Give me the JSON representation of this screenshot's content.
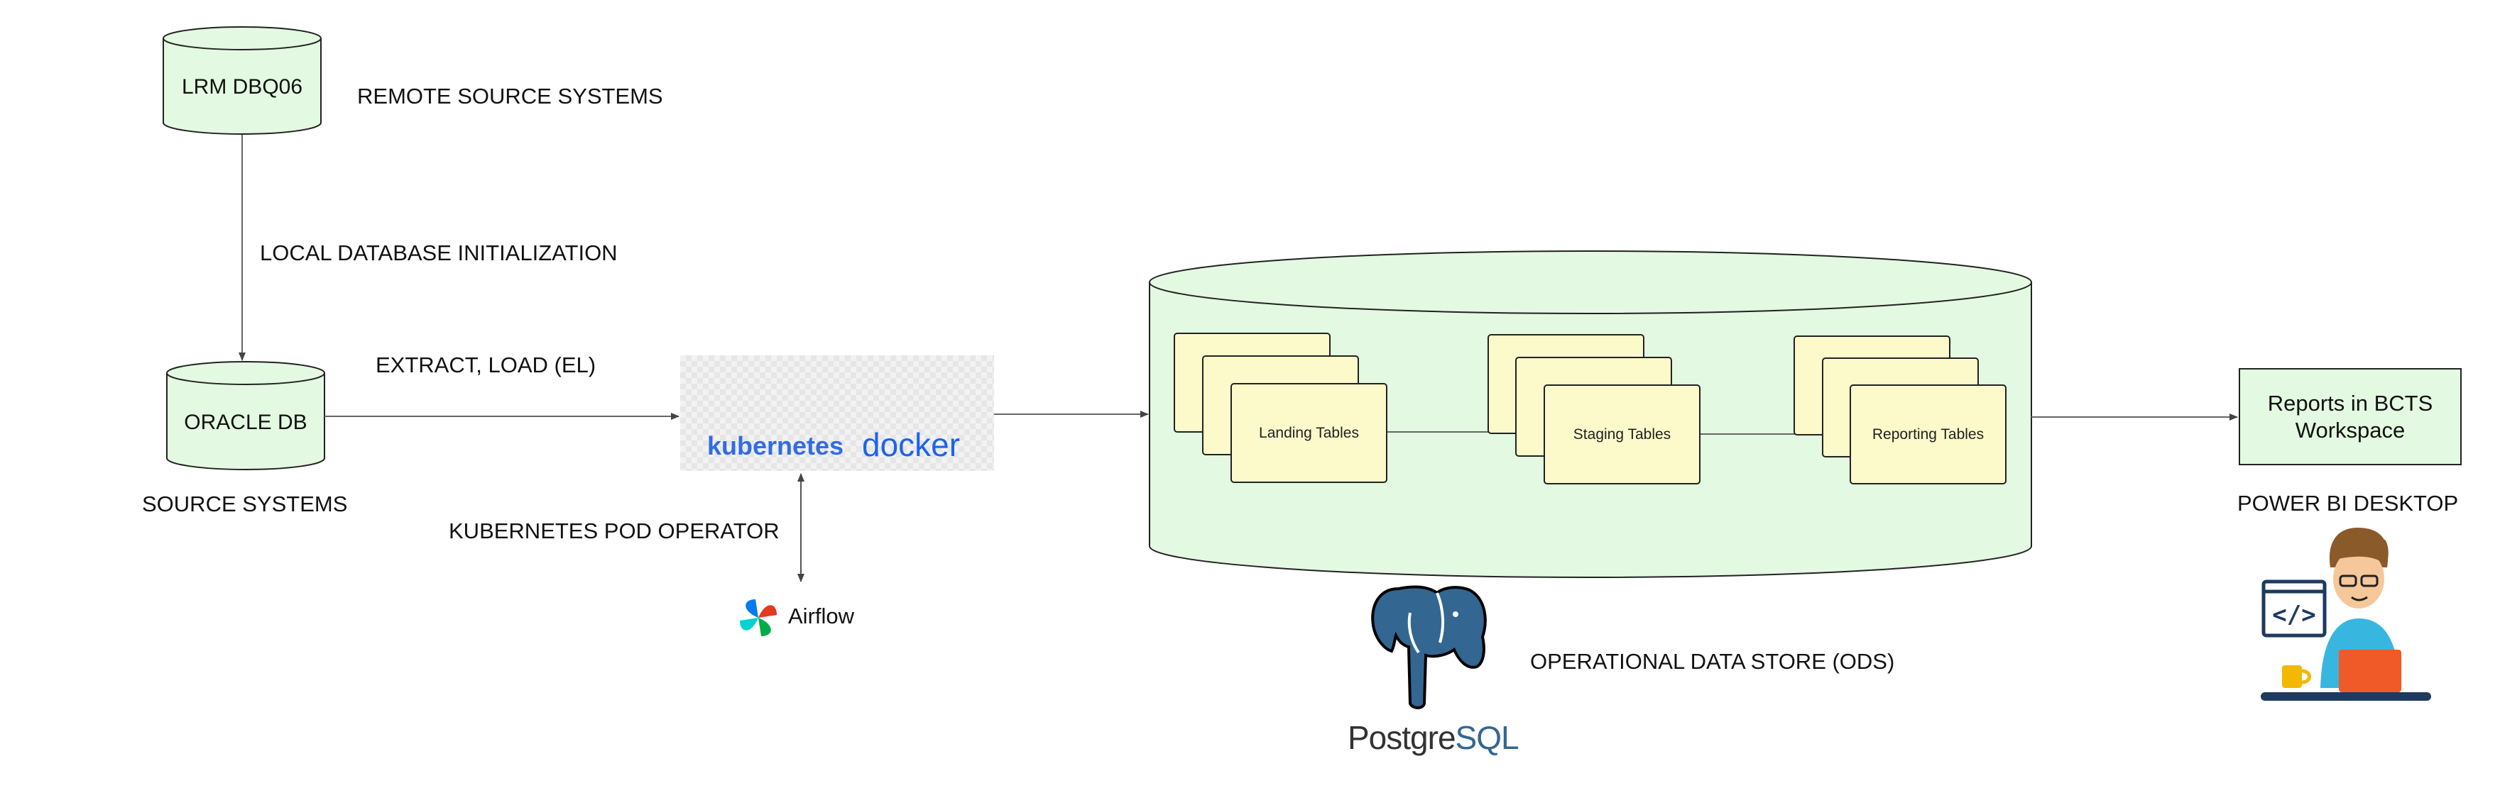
{
  "remote_source": {
    "db_name": "LRM DBQ06",
    "caption": "REMOTE SOURCE SYSTEMS"
  },
  "init_edge_label": "LOCAL DATABASE INITIALIZATION",
  "source": {
    "db_name": "ORACLE DB",
    "caption": "SOURCE SYSTEMS"
  },
  "el_edge_label": "EXTRACT, LOAD (EL)",
  "orchestration": {
    "kubernetes_label": "kubernetes",
    "docker_label": "docker",
    "pod_operator_label": "KUBERNETES POD OPERATOR",
    "airflow_label": "Airflow"
  },
  "ods": {
    "landing_label": "Landing Tables",
    "staging_label": "Staging Tables",
    "reporting_label": "Reporting Tables",
    "postgres_label_a": "Postgre",
    "postgres_label_b": "SQL",
    "caption": "OPERATIONAL DATA STORE (ODS)"
  },
  "powerbi": {
    "box_line1": "Reports in BCTS",
    "box_line2": "Workspace",
    "caption": "POWER BI DESKTOP"
  },
  "colors": {
    "db_fill": "#e3f9e1",
    "card_fill": "#fcfacb",
    "kubernetes_blue": "#326ce5",
    "docker_blue": "#1d63ed",
    "postgres_blue": "#336791"
  }
}
